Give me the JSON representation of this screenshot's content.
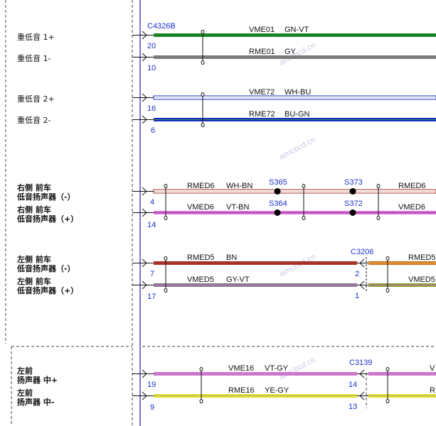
{
  "labels": {
    "sub1p": "重低音 1+",
    "sub1m": "重低音 1-",
    "sub2p": "重低音 2+",
    "sub2m": "重低音 2-",
    "rf_a": "右侧 前车",
    "rf_a2": "低音扬声器（-）",
    "rf_b": "右侧 前车",
    "rf_b2": "低音扬声器（+）",
    "lf_a": "左侧 前车",
    "lf_a2": "低音扬声器（-）",
    "lf_b": "左侧 前车",
    "lf_b2": "低音扬声器（+）",
    "fl_a": "左前",
    "fl_a2": "扬声器 中+",
    "fl_b": "左前",
    "fl_b2": "扬声器 中-"
  },
  "connectors": {
    "c4326b": "C4326B",
    "c3206": "C3206",
    "c3139": "C3139"
  },
  "pins": {
    "p20": "20",
    "p10": "10",
    "p16": "16",
    "p6": "6",
    "p4": "4",
    "p14": "14",
    "p7": "7",
    "p17": "17",
    "p19": "19",
    "p9": "9",
    "c3206_2": "2",
    "c3206_1": "1",
    "c3139_14": "14",
    "c3139_13": "13"
  },
  "splices": {
    "s365": "S365",
    "s364": "S364",
    "s373": "S373",
    "s372": "S372"
  },
  "wires": {
    "w1_name": "VME01",
    "w1_color": "GN-VT",
    "w2_name": "RME01",
    "w2_color": "GY",
    "w3_name": "VME72",
    "w3_color": "WH-BU",
    "w4_name": "RME72",
    "w4_color": "BU-GN",
    "w5_name": "RMED6",
    "w5_color": "WH-BN",
    "w5_right": "RMED6",
    "w6_name": "VMED6",
    "w6_color": "VT-BN",
    "w6_right": "VMED6",
    "w7_name": "RMED5",
    "w7_color": "BN",
    "w7_right": "RMED5",
    "w8_name": "VMED5",
    "w8_color": "GY-VT",
    "w8_right": "VMED5",
    "w9_name": "VME16",
    "w9_color": "VT-GY",
    "w9_right": "V",
    "w10_name": "RME16",
    "w10_color": "YE-GY",
    "w10_right": "R"
  },
  "watermark": "aimcbcd.cn",
  "colors": {
    "green": "#1f8a2a",
    "violet": "#d86fd8",
    "gray": "#7a7a7a",
    "white": "#ffffff",
    "blue": "#1a2fc0",
    "brown": "#a83228",
    "red": "#c8584d",
    "yellow": "#e5e22a",
    "label_blue": "#1a33cc"
  }
}
